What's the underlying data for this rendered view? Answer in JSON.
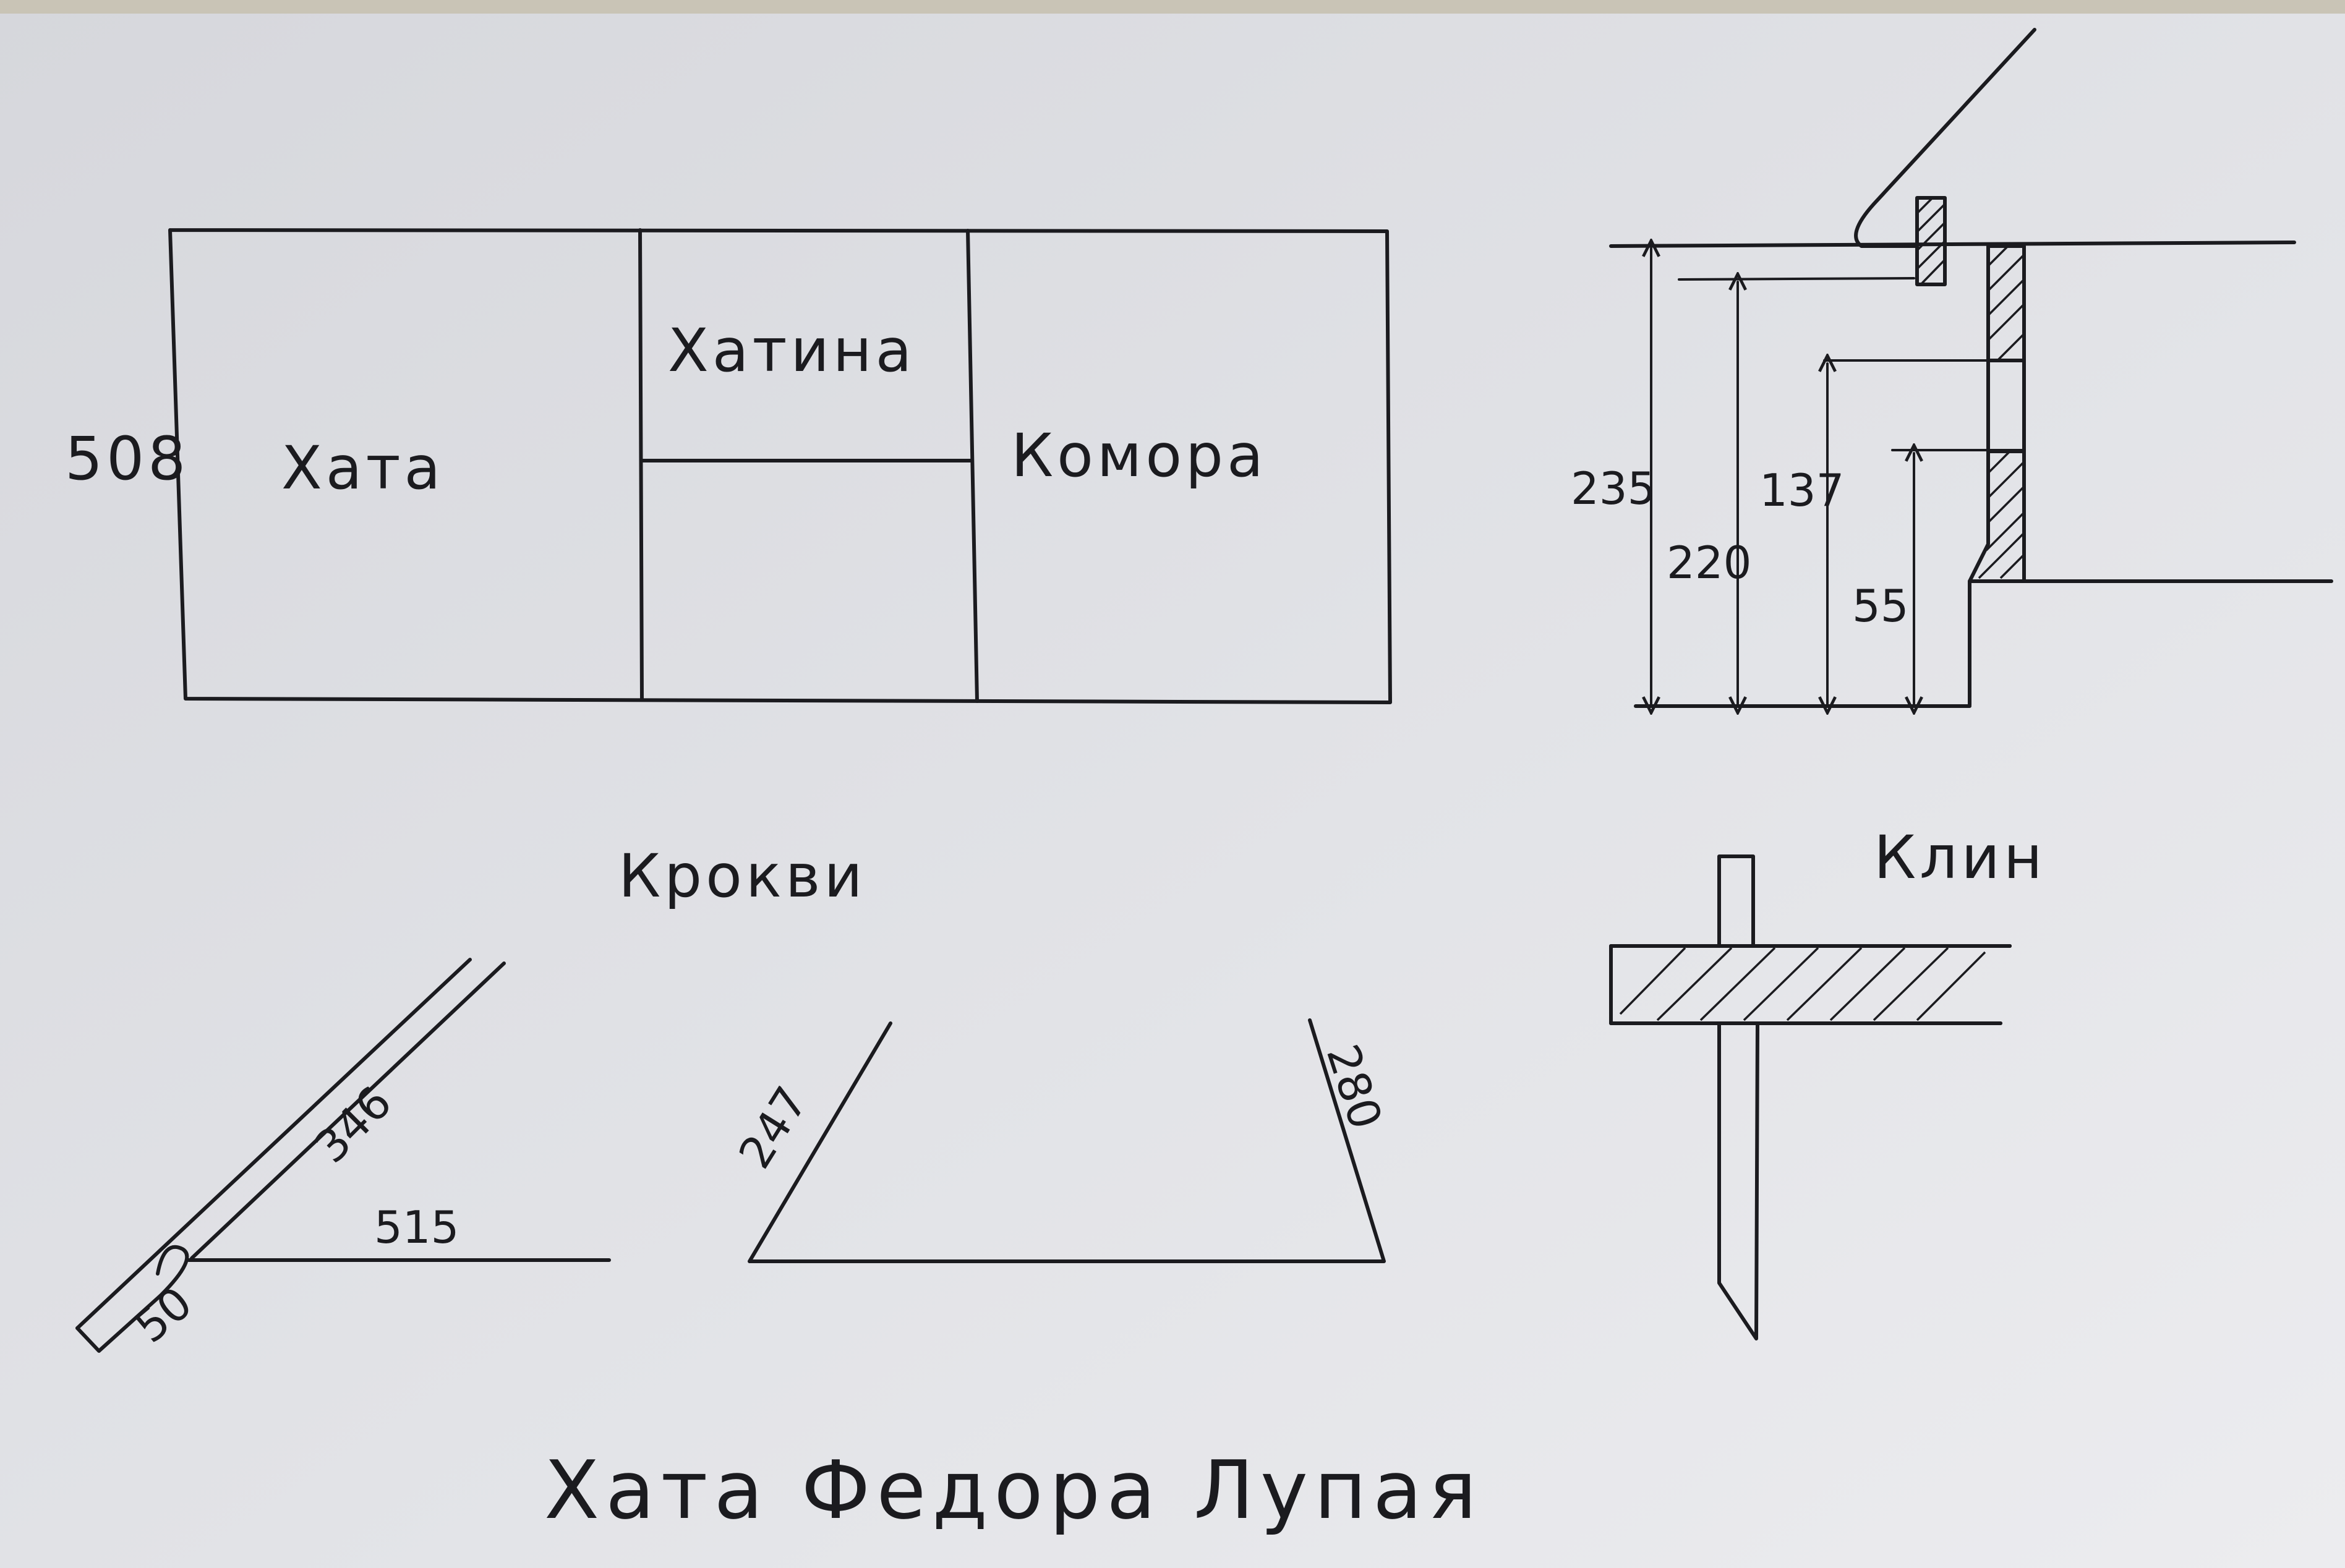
{
  "plan": {
    "width_label": "508",
    "room_1": "Хата",
    "room_2": "Хатина",
    "room_3": "Комора"
  },
  "section": {
    "h1": "235",
    "h2": "220",
    "h3": "137",
    "h4": "55"
  },
  "rafters": {
    "title": "Крокви",
    "rafter_length": "346",
    "span": "515",
    "end": "50",
    "left_slope": "247",
    "right_slope": "280"
  },
  "wedge": {
    "title": "Клин"
  },
  "caption": "Хата Федора Лупая",
  "colors": {
    "paper": "#d9dadf",
    "ink": "#1b1b1f"
  }
}
